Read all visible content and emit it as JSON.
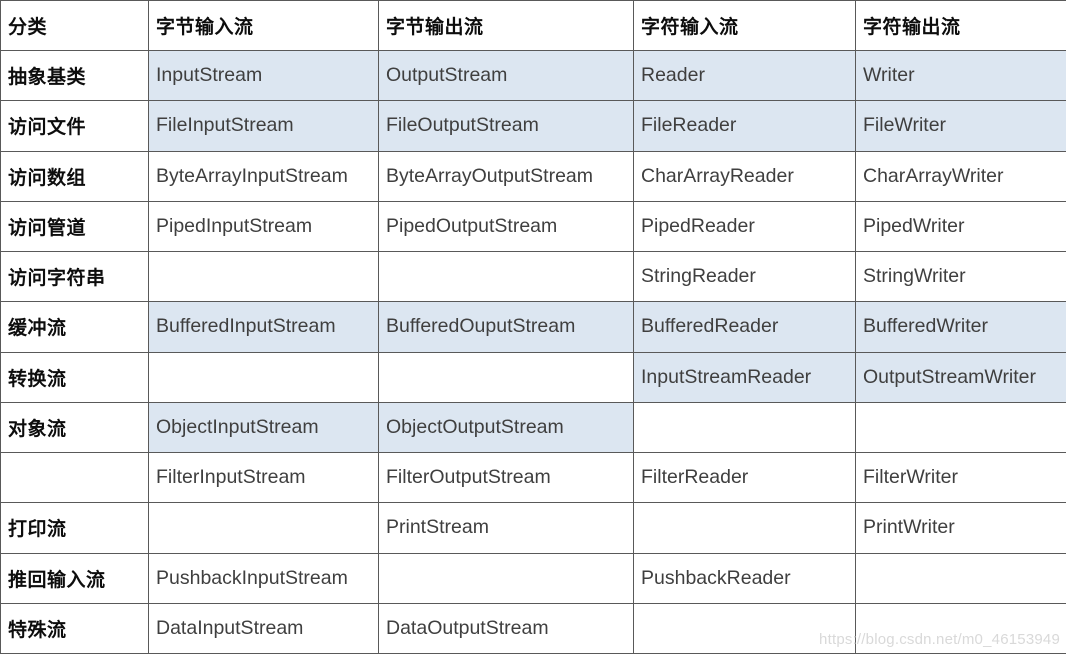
{
  "table": {
    "headers": [
      "分类",
      "字节输入流",
      "字节输出流",
      "字符输入流",
      "字符输出流"
    ],
    "rows": [
      {
        "category": "抽象基类",
        "cells": [
          "InputStream",
          "OutputStream",
          "Reader",
          "Writer"
        ],
        "shaded": [
          true,
          true,
          true,
          true
        ]
      },
      {
        "category": "访问文件",
        "cells": [
          "FileInputStream",
          "FileOutputStream",
          "FileReader",
          "FileWriter"
        ],
        "shaded": [
          true,
          true,
          true,
          true
        ]
      },
      {
        "category": "访问数组",
        "cells": [
          "ByteArrayInputStream",
          "ByteArrayOutputStream",
          "CharArrayReader",
          "CharArrayWriter"
        ],
        "shaded": [
          false,
          false,
          false,
          false
        ]
      },
      {
        "category": "访问管道",
        "cells": [
          "PipedInputStream",
          "PipedOutputStream",
          "PipedReader",
          "PipedWriter"
        ],
        "shaded": [
          false,
          false,
          false,
          false
        ]
      },
      {
        "category": "访问字符串",
        "cells": [
          "",
          "",
          "StringReader",
          "StringWriter"
        ],
        "shaded": [
          false,
          false,
          false,
          false
        ]
      },
      {
        "category": "缓冲流",
        "cells": [
          "BufferedInputStream",
          "BufferedOuputStream",
          "BufferedReader",
          "BufferedWriter"
        ],
        "shaded": [
          true,
          true,
          true,
          true
        ]
      },
      {
        "category": "转换流",
        "cells": [
          "",
          "",
          "InputStreamReader",
          "OutputStreamWriter"
        ],
        "shaded": [
          false,
          false,
          true,
          true
        ]
      },
      {
        "category": "对象流",
        "cells": [
          "ObjectInputStream",
          "ObjectOutputStream",
          "",
          ""
        ],
        "shaded": [
          true,
          true,
          false,
          false
        ]
      },
      {
        "category": "",
        "cells": [
          "FilterInputStream",
          "FilterOutputStream",
          "FilterReader",
          "FilterWriter"
        ],
        "shaded": [
          false,
          false,
          false,
          false
        ]
      },
      {
        "category": "打印流",
        "cells": [
          "",
          "PrintStream",
          "",
          "PrintWriter"
        ],
        "shaded": [
          false,
          false,
          false,
          false
        ]
      },
      {
        "category": "推回输入流",
        "cells": [
          "PushbackInputStream",
          "",
          "PushbackReader",
          ""
        ],
        "shaded": [
          false,
          false,
          false,
          false
        ]
      },
      {
        "category": "特殊流",
        "cells": [
          "DataInputStream",
          "DataOutputStream",
          "",
          ""
        ],
        "shaded": [
          false,
          false,
          false,
          false
        ]
      }
    ]
  },
  "watermark": {
    "text": "https://blog.csdn.net/m0_46153949"
  },
  "colors": {
    "shaded_cell": "#dce6f1",
    "border": "#595959",
    "category_text": "#0d0d0d",
    "value_text": "#3f3f3f",
    "watermark_text": "#d9d9d9"
  }
}
